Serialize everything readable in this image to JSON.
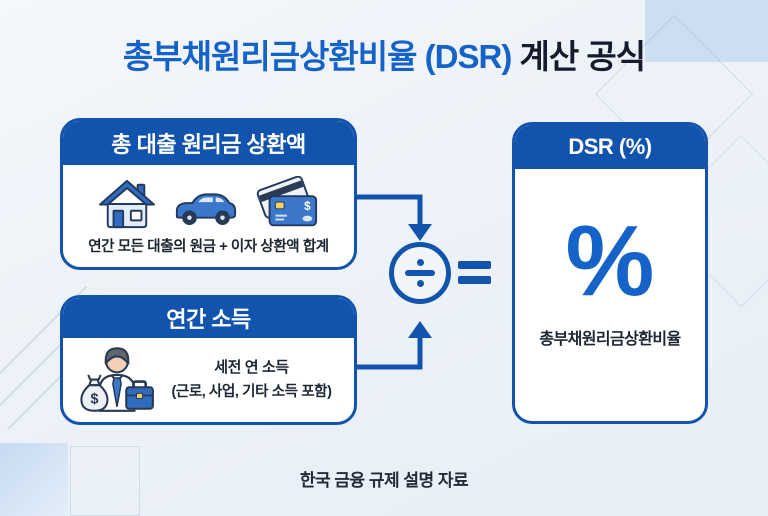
{
  "title": {
    "highlight": "총부채원리금상환비율 (DSR)",
    "suffix": " 계산 공식"
  },
  "numerator_box": {
    "header": "총 대출 원리금 상환액",
    "caption": "연간 모든 대출의 원금 + 이자 상환액 합계",
    "icons": [
      "house-icon",
      "car-icon",
      "credit-cards-icon"
    ]
  },
  "denominator_box": {
    "header": "연간 소득",
    "line1": "세전 연 소득",
    "line2": "(근로, 사업, 기타 소득 포함)",
    "icon": "income-person-icon"
  },
  "operators": {
    "divide": "÷",
    "equals": "="
  },
  "result_box": {
    "header": "DSR (%)",
    "symbol": "%",
    "caption": "총부채원리금상환비율"
  },
  "footer": "한국 금융 규제 설명 자료",
  "colors": {
    "primary_blue": "#1254ad",
    "title_blue": "#1563c8",
    "dark_text": "#1d2633",
    "background": "#edf2f8",
    "accent_light_blue": "#cdddf2",
    "icon_blue": "#3b78cc",
    "icon_outline": "#223a5e"
  }
}
